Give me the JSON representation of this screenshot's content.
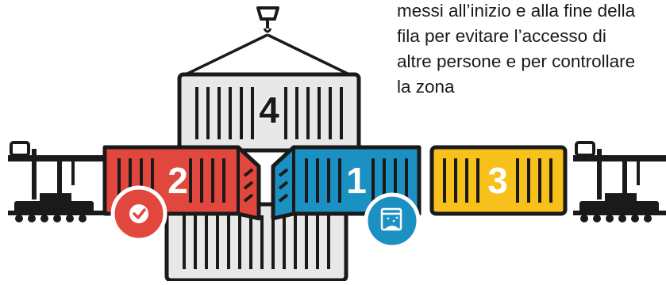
{
  "note": {
    "lines": [
      "messi all’inizio e alla fine della",
      "fila per evitare l’accesso di",
      "altre persone e per controllare",
      "la zona"
    ]
  },
  "containers": {
    "top_number": "4",
    "red_number": "2",
    "blue_number": "1",
    "yellow_number": "3"
  },
  "colors": {
    "red": "#E2473D",
    "blue": "#1B90C2",
    "yellow": "#F7C01A",
    "grey": "#E8E8E8",
    "outline": "#1A1A1A"
  },
  "icons": {
    "hook": "crane-hook-icon",
    "check": "checkmark-badge-icon",
    "cargo": "bulk-cargo-badge-icon",
    "crane_left": "gantry-crane-icon",
    "crane_right": "gantry-crane-icon"
  }
}
